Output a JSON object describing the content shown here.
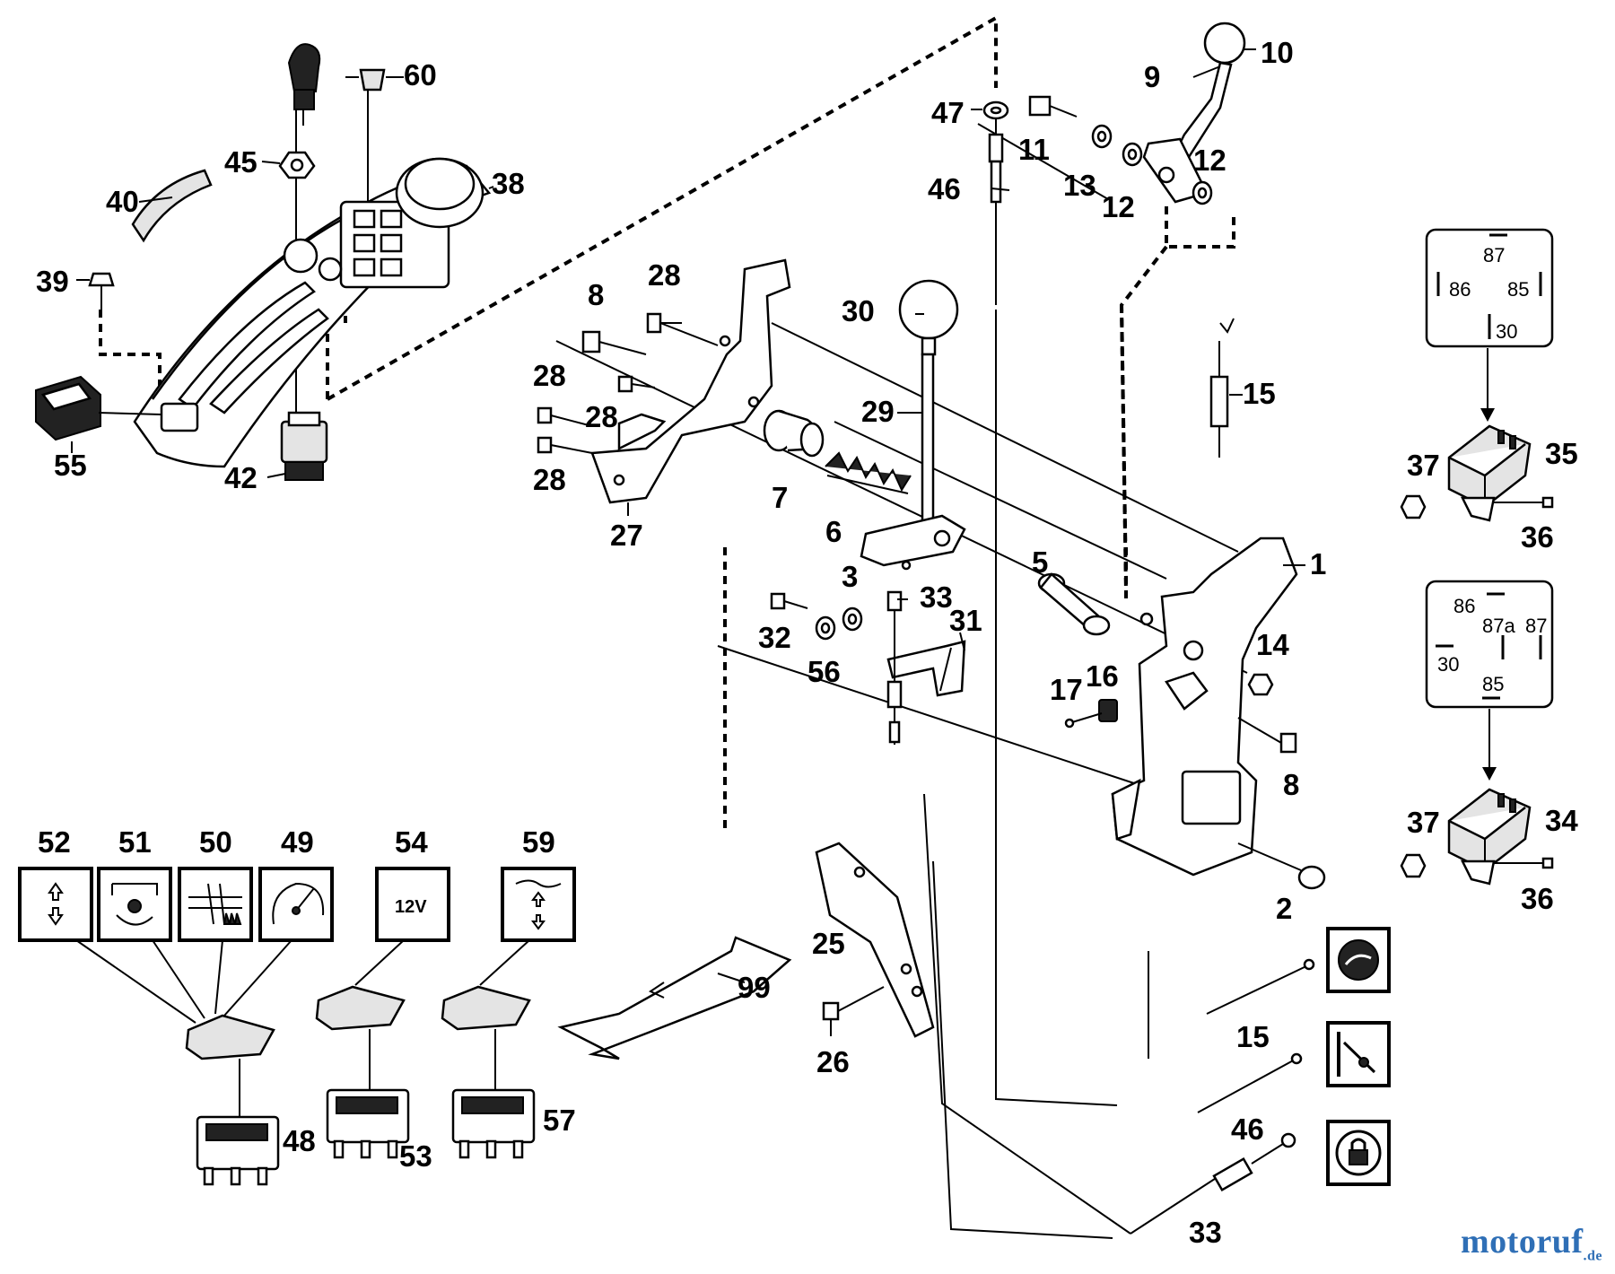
{
  "callouts": {
    "c1": "1",
    "c2": "2",
    "c3": "3",
    "c5": "5",
    "c6": "6",
    "c7": "7",
    "c8a": "8",
    "c8b": "8",
    "c9": "9",
    "c10": "10",
    "c11": "11",
    "c12a": "12",
    "c12b": "12",
    "c13": "13",
    "c14": "14",
    "c15a": "15",
    "c15b": "15",
    "c16": "16",
    "c17": "17",
    "c25": "25",
    "c26": "26",
    "c27": "27",
    "c28a": "28",
    "c28b": "28",
    "c28c": "28",
    "c28d": "28",
    "c29": "29",
    "c30": "30",
    "c31": "31",
    "c32": "32",
    "c33a": "33",
    "c33b": "33",
    "c34": "34",
    "c35": "35",
    "c36a": "36",
    "c36b": "36",
    "c37a": "37",
    "c37b": "37",
    "c38": "38",
    "c39": "39",
    "c40": "40",
    "c42": "42",
    "c45": "45",
    "c46a": "46",
    "c46b": "46",
    "c47": "47",
    "c48": "48",
    "c49": "49",
    "c50": "50",
    "c51": "51",
    "c52": "52",
    "c53": "53",
    "c54": "54",
    "c55": "55",
    "c56": "56",
    "c57": "57",
    "c59": "59",
    "c60": "60",
    "c99": "99"
  },
  "relay_top": {
    "t87": "87",
    "t86": "86",
    "t85": "85",
    "t30": "30"
  },
  "relay_bottom": {
    "t86": "86",
    "t87a": "87a",
    "t87": "87",
    "t30": "30",
    "t85": "85"
  },
  "symbol_12v": "12V",
  "icons": {
    "symbol_52": "up-down-arrows-icon",
    "symbol_51": "light-rotate-icon",
    "symbol_50": "cutting-height-icon",
    "symbol_49": "speedometer-icon",
    "symbol_59": "lift-up-down-icon",
    "cable_15": "rabbit-turtle-throttle-icon",
    "cable_46": "choke-lever-icon",
    "cable_33": "brake-lock-icon"
  },
  "watermark": {
    "brand": "motoruf",
    "tld": ".de"
  }
}
